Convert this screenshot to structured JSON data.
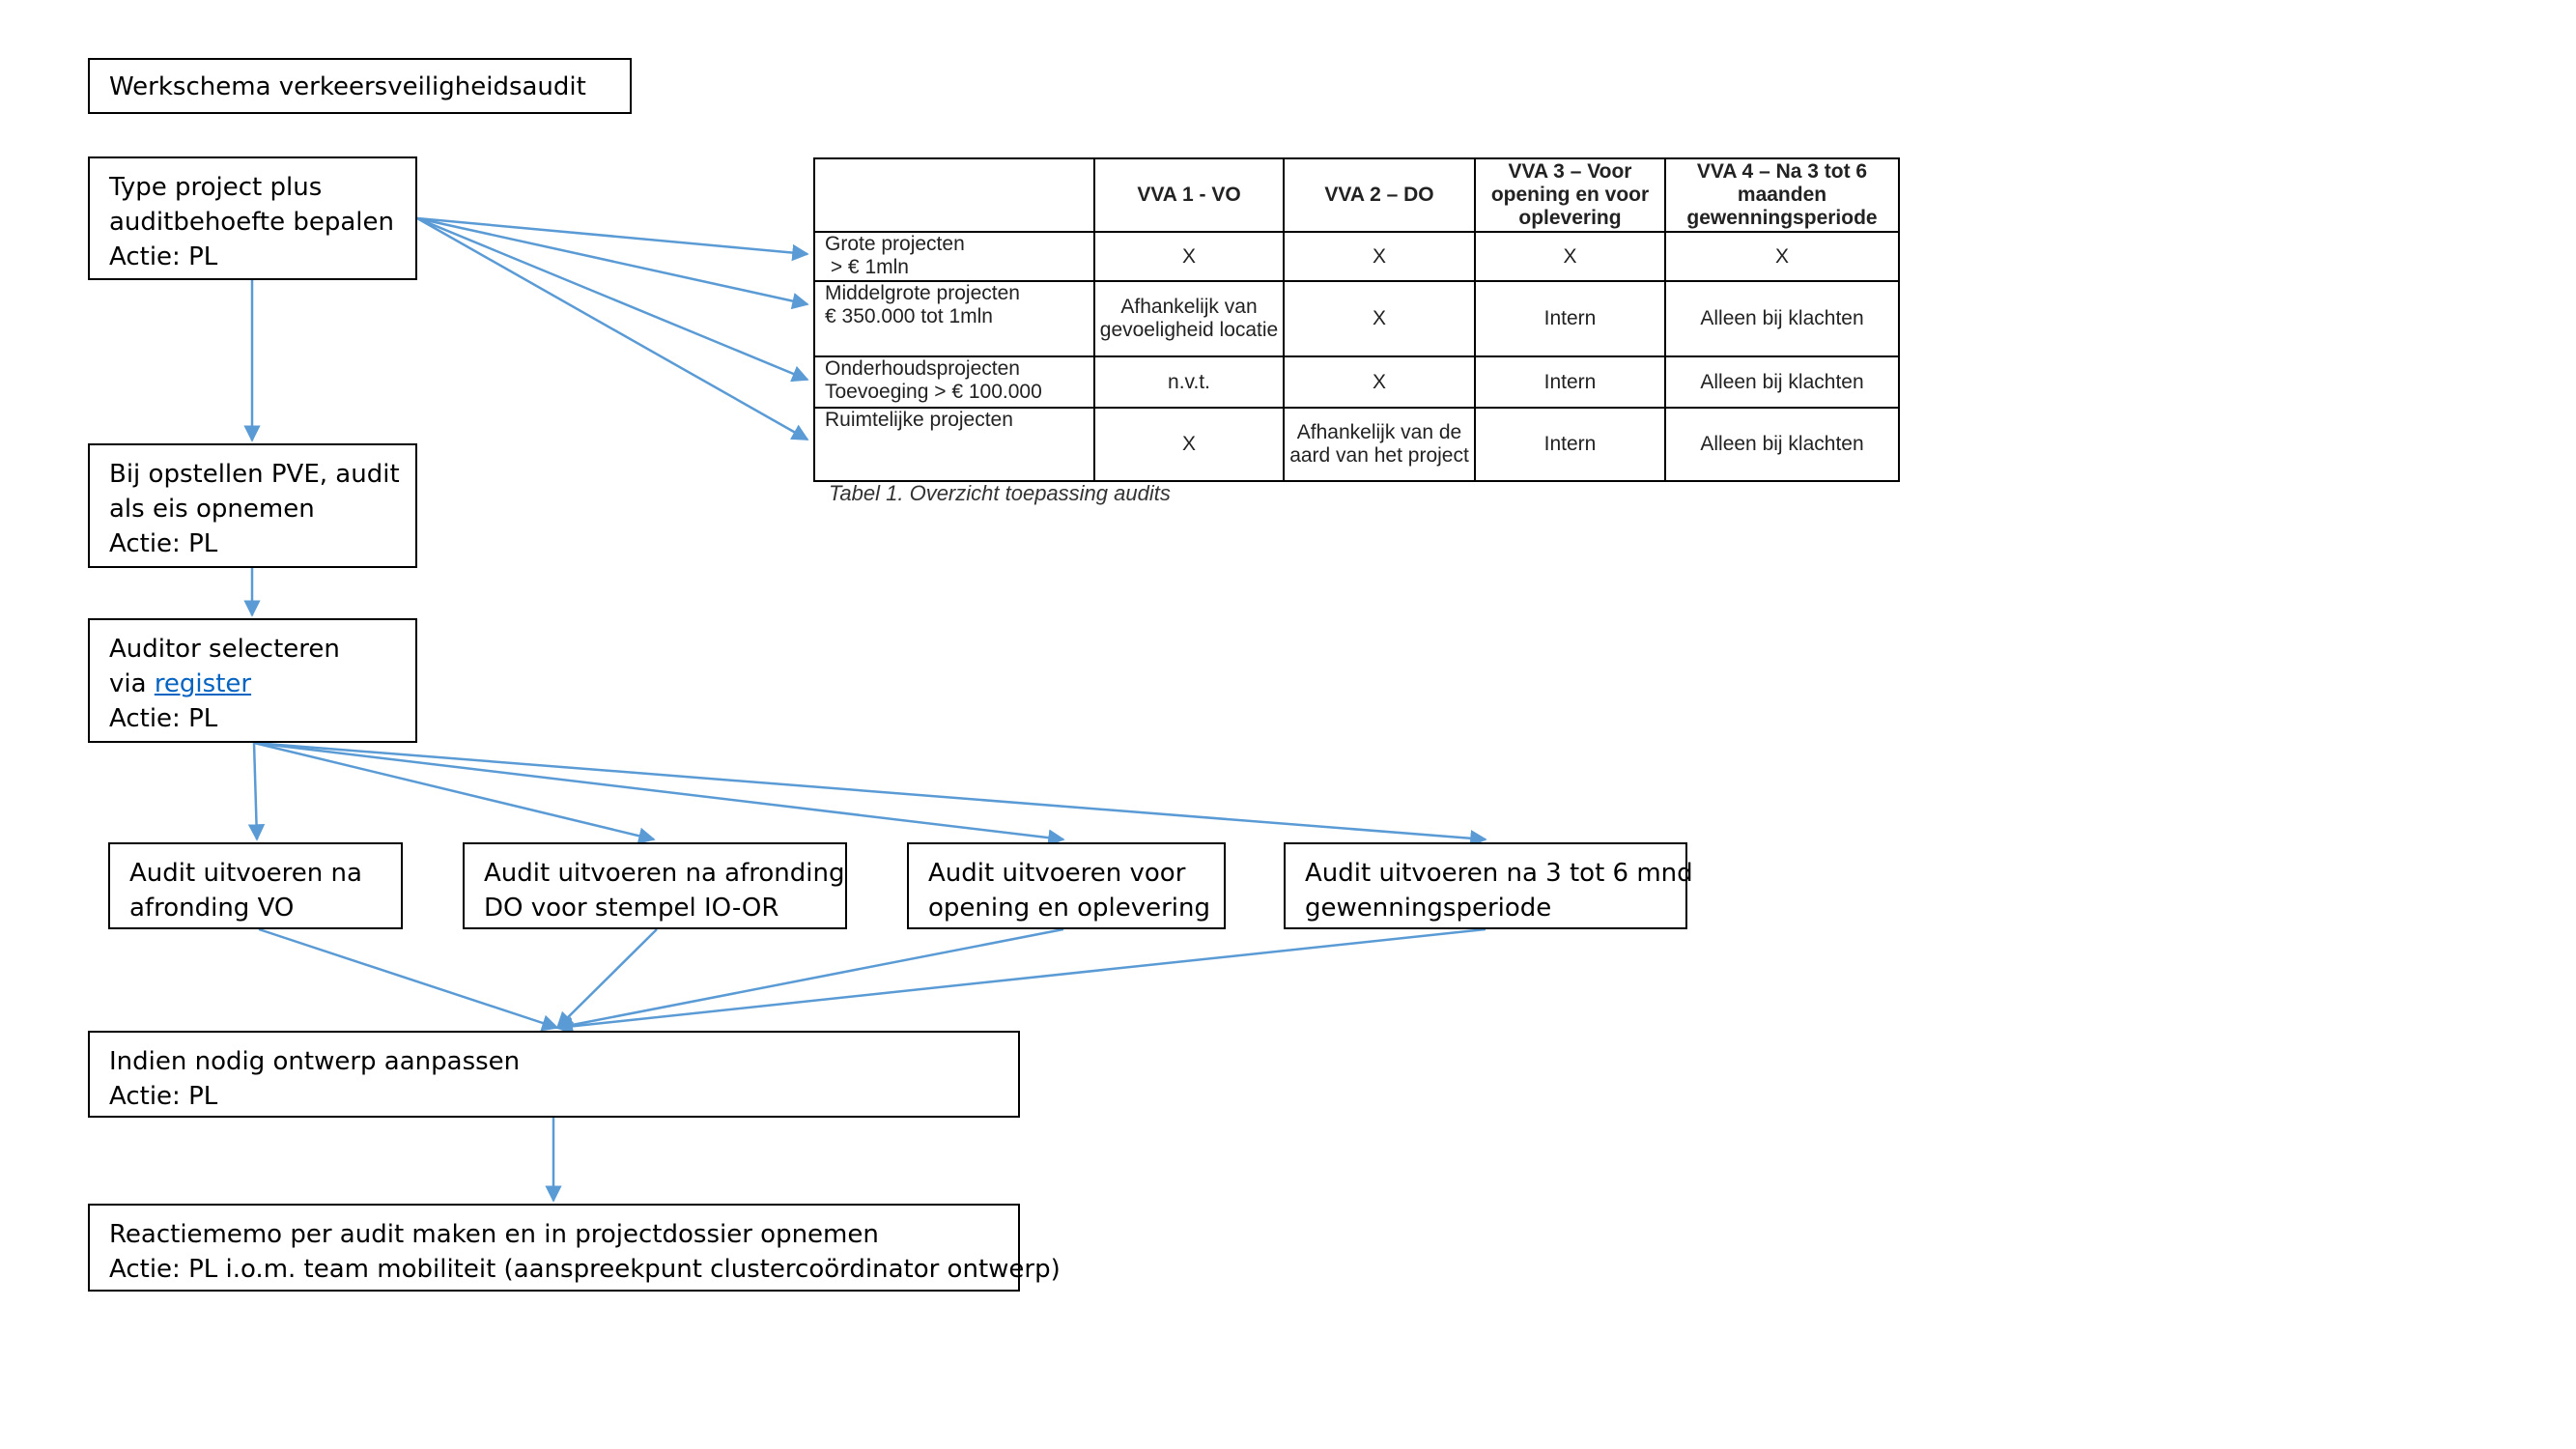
{
  "title": "Werkschema verkeersveiligheidsaudit",
  "steps": {
    "type_project": {
      "line1": "Type project plus",
      "line2": "auditbehoefte bepalen",
      "line3": "Actie: PL"
    },
    "pve": {
      "line1": "Bij opstellen PVE, audit",
      "line2": "als eis opnemen",
      "line3": "Actie: PL"
    },
    "auditor": {
      "line1": "Auditor selecteren",
      "via": "via ",
      "link": "register",
      "line3": "Actie: PL"
    },
    "audit_vo": {
      "line1": "Audit uitvoeren na",
      "line2": "afronding VO"
    },
    "audit_do": {
      "line1": "Audit uitvoeren na afronding",
      "line2": "DO voor stempel IO-OR"
    },
    "audit_opening": {
      "line1": "Audit uitvoeren voor",
      "line2": "opening en oplevering"
    },
    "audit_gewenning": {
      "line1": "Audit uitvoeren na 3 tot 6 mnd",
      "line2": "gewenningsperiode"
    },
    "ontwerp": {
      "line1": "Indien nodig ontwerp aanpassen",
      "line2": "Actie: PL"
    },
    "reactiememo": {
      "line1": "Reactiememo per audit maken en in projectdossier opnemen",
      "line2": "Actie: PL i.o.m. team mobiliteit (aanspreekpunt clustercoördinator ontwerp)"
    }
  },
  "table": {
    "headers": [
      "",
      "VVA 1 - VO",
      "VVA 2 – DO",
      "VVA 3 – Voor opening en voor oplevering",
      "VVA 4 – Na 3 tot 6 maanden gewenningsperiode"
    ],
    "rows": [
      {
        "label1": "Grote projecten",
        "label2": " > € 1mln",
        "cells": [
          "X",
          "X",
          "X",
          "X"
        ]
      },
      {
        "label1": "Middelgrote projecten",
        "label2": "€ 350.000 tot 1mln",
        "cells": [
          "Afhankelijk van gevoeligheid locatie",
          "X",
          "Intern",
          "Alleen bij klachten"
        ]
      },
      {
        "label1": "Onderhoudsprojecten",
        "label2": "Toevoeging > € 100.000",
        "cells": [
          "n.v.t.",
          "X",
          "Intern",
          "Alleen bij klachten"
        ]
      },
      {
        "label1": "Ruimtelijke projecten",
        "label2": "",
        "cells": [
          "X",
          "Afhankelijk van de aard van het project",
          "Intern",
          "Alleen bij klachten"
        ]
      }
    ],
    "caption": "Tabel 1. Overzicht toepassing audits"
  },
  "colors": {
    "arrow": "#5b9bd5",
    "border": "#000000",
    "link": "#0563c1"
  }
}
